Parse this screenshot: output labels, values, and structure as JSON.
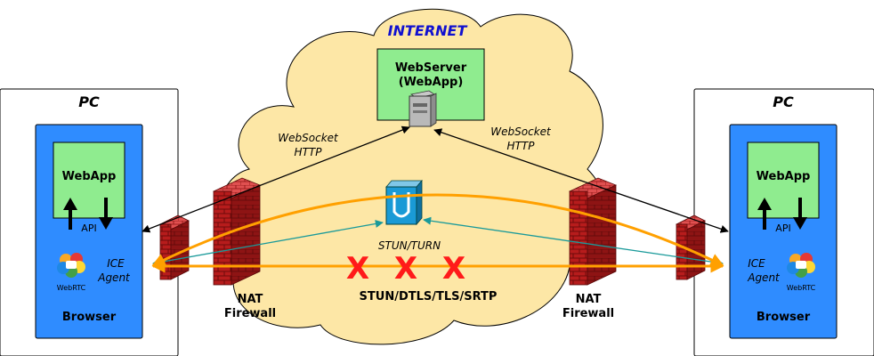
{
  "internet": {
    "label": "INTERNET"
  },
  "webserver": {
    "line1": "WebServer",
    "line2": "(WebApp)"
  },
  "links": {
    "left_ws_1": "WebSocket",
    "left_ws_2": "HTTP",
    "right_ws_1": "WebSocket",
    "right_ws_2": "HTTP",
    "stun_turn": "STUN/TURN",
    "media": "STUN/DTLS/TLS/SRTP",
    "blocked_marks": "X X X"
  },
  "left_pc": {
    "title": "PC",
    "webapp": "WebApp",
    "api": "API",
    "ice_1": "ICE",
    "ice_2": "Agent",
    "webrtc": "WebRTC",
    "browser": "Browser"
  },
  "right_pc": {
    "title": "PC",
    "webapp": "WebApp",
    "api": "API",
    "ice_1": "ICE",
    "ice_2": "Agent",
    "webrtc": "WebRTC",
    "browser": "Browser"
  },
  "left_nat": {
    "line1": "NAT",
    "line2": "Firewall"
  },
  "right_nat": {
    "line1": "NAT",
    "line2": "Firewall"
  },
  "colors": {
    "cloud": "#fde7a6",
    "browser": "#2f8cff",
    "webapp": "#8fec8f",
    "firewall": "#b71c1c",
    "media_path": "#ffa000",
    "stun_path": "#1a9a9a",
    "x_marks": "#ff1a1a",
    "internet_text": "#1010d0"
  },
  "icons": [
    "firewall-icon",
    "server-icon",
    "stun-turn-icon",
    "webrtc-logo-icon"
  ]
}
